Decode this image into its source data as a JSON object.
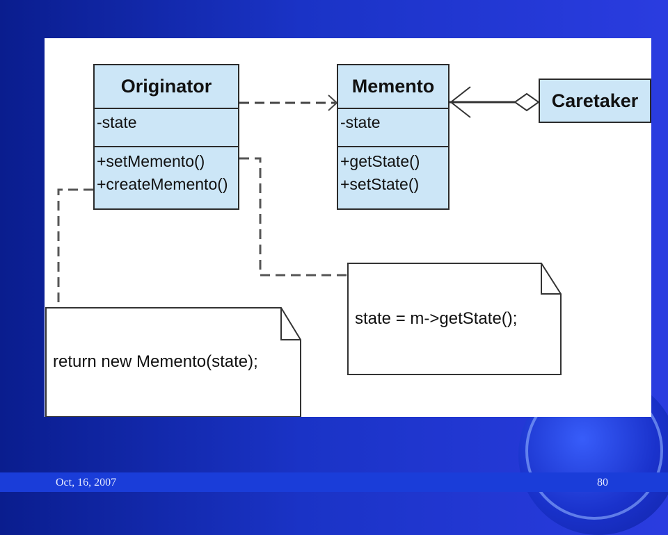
{
  "slide": {
    "date": "Oct,  16, 2007",
    "page_number": "80"
  },
  "diagram": {
    "originator": {
      "name": "Originator",
      "attribute": "-state",
      "operations": [
        "+setMemento()",
        "+createMemento()"
      ]
    },
    "memento": {
      "name": "Memento",
      "attribute": "-state",
      "operations": [
        "+getState()",
        "+setState()"
      ]
    },
    "caretaker": {
      "name": "Caretaker"
    },
    "notes": {
      "set_state": "state = m->getState();",
      "create": "return new Memento(state);"
    }
  },
  "colors": {
    "class_fill": "#cce6f7",
    "background": "#1a33c6"
  }
}
